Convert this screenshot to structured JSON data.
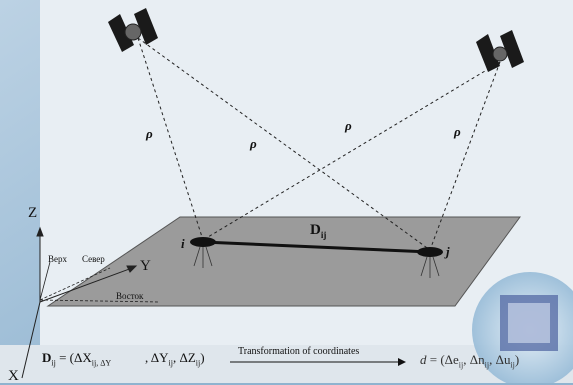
{
  "labels": {
    "axis_z": "Z",
    "axis_y": "Y",
    "axis_x": "X",
    "verh": "Верх",
    "sever": "Север",
    "vostok": "Восток",
    "point_i": "i",
    "point_j": "j",
    "baseline": "D",
    "baseline_sub": "ij",
    "rho_1": "ρ",
    "rho_2": "ρ",
    "rho_3": "ρ",
    "rho_4": "ρ"
  },
  "formula": {
    "left": "D",
    "left_sub": "ij",
    "left_body": "= (ΔX",
    "left_rest": "ij, ΔY",
    "left_rest2": "ij, ΔZ",
    "left_end": "ij)",
    "transform_text": "Transformation of coordinates",
    "right": "d",
    "right_body": "= (Δe",
    "right_rest": "ij, Δn",
    "right_rest2": "ij, Δu",
    "right_end": "ij)"
  },
  "colors": {
    "background_top": "#eef3f7",
    "plane": "#9e9e9e",
    "globe_bg": "#bcd3e6"
  }
}
